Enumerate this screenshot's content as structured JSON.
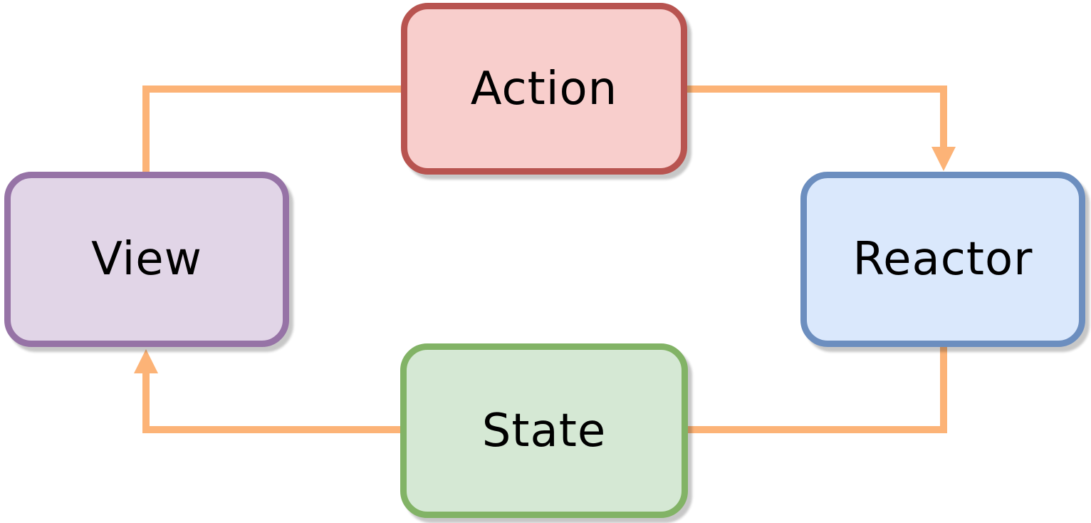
{
  "diagram": {
    "type": "flow-cycle",
    "nodes": [
      {
        "id": "action",
        "label": "Action",
        "fill": "#F8CECC",
        "stroke": "#B85450",
        "position": "top-center"
      },
      {
        "id": "reactor",
        "label": "Reactor",
        "fill": "#DAE8FC",
        "stroke": "#6C8EBF",
        "position": "right"
      },
      {
        "id": "state",
        "label": "State",
        "fill": "#D5E8D4",
        "stroke": "#82B366",
        "position": "bottom-center"
      },
      {
        "id": "view",
        "label": "View",
        "fill": "#E1D5E7",
        "stroke": "#9673A6",
        "position": "left"
      }
    ],
    "edges": [
      {
        "from": "view",
        "to": "action",
        "arrowhead": false
      },
      {
        "from": "action",
        "to": "reactor",
        "arrowhead": true
      },
      {
        "from": "reactor",
        "to": "state",
        "arrowhead": false
      },
      {
        "from": "state",
        "to": "view",
        "arrowhead": true
      }
    ],
    "edge_color": "#FCB377",
    "text_color": "#000000",
    "background_color": "#FFFFFF"
  }
}
